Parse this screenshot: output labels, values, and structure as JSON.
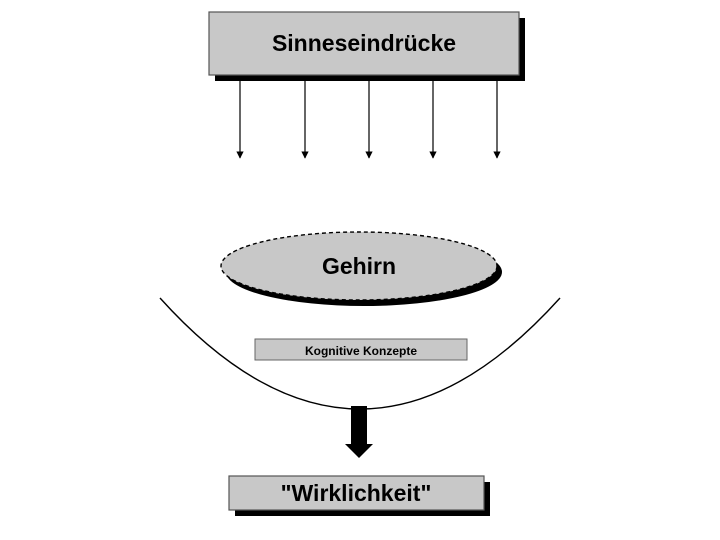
{
  "diagram": {
    "top_box": {
      "label": "Sinneseindrücke"
    },
    "brain": {
      "label": "Gehirn"
    },
    "concept_bar": {
      "label": "Kognitive Konzepte"
    },
    "bottom_box": {
      "label": "\"Wirklichkeit\""
    }
  },
  "colors": {
    "box_fill": "#c8c8c8",
    "shadow": "#000000",
    "stroke": "#000000",
    "background": "#ffffff"
  }
}
